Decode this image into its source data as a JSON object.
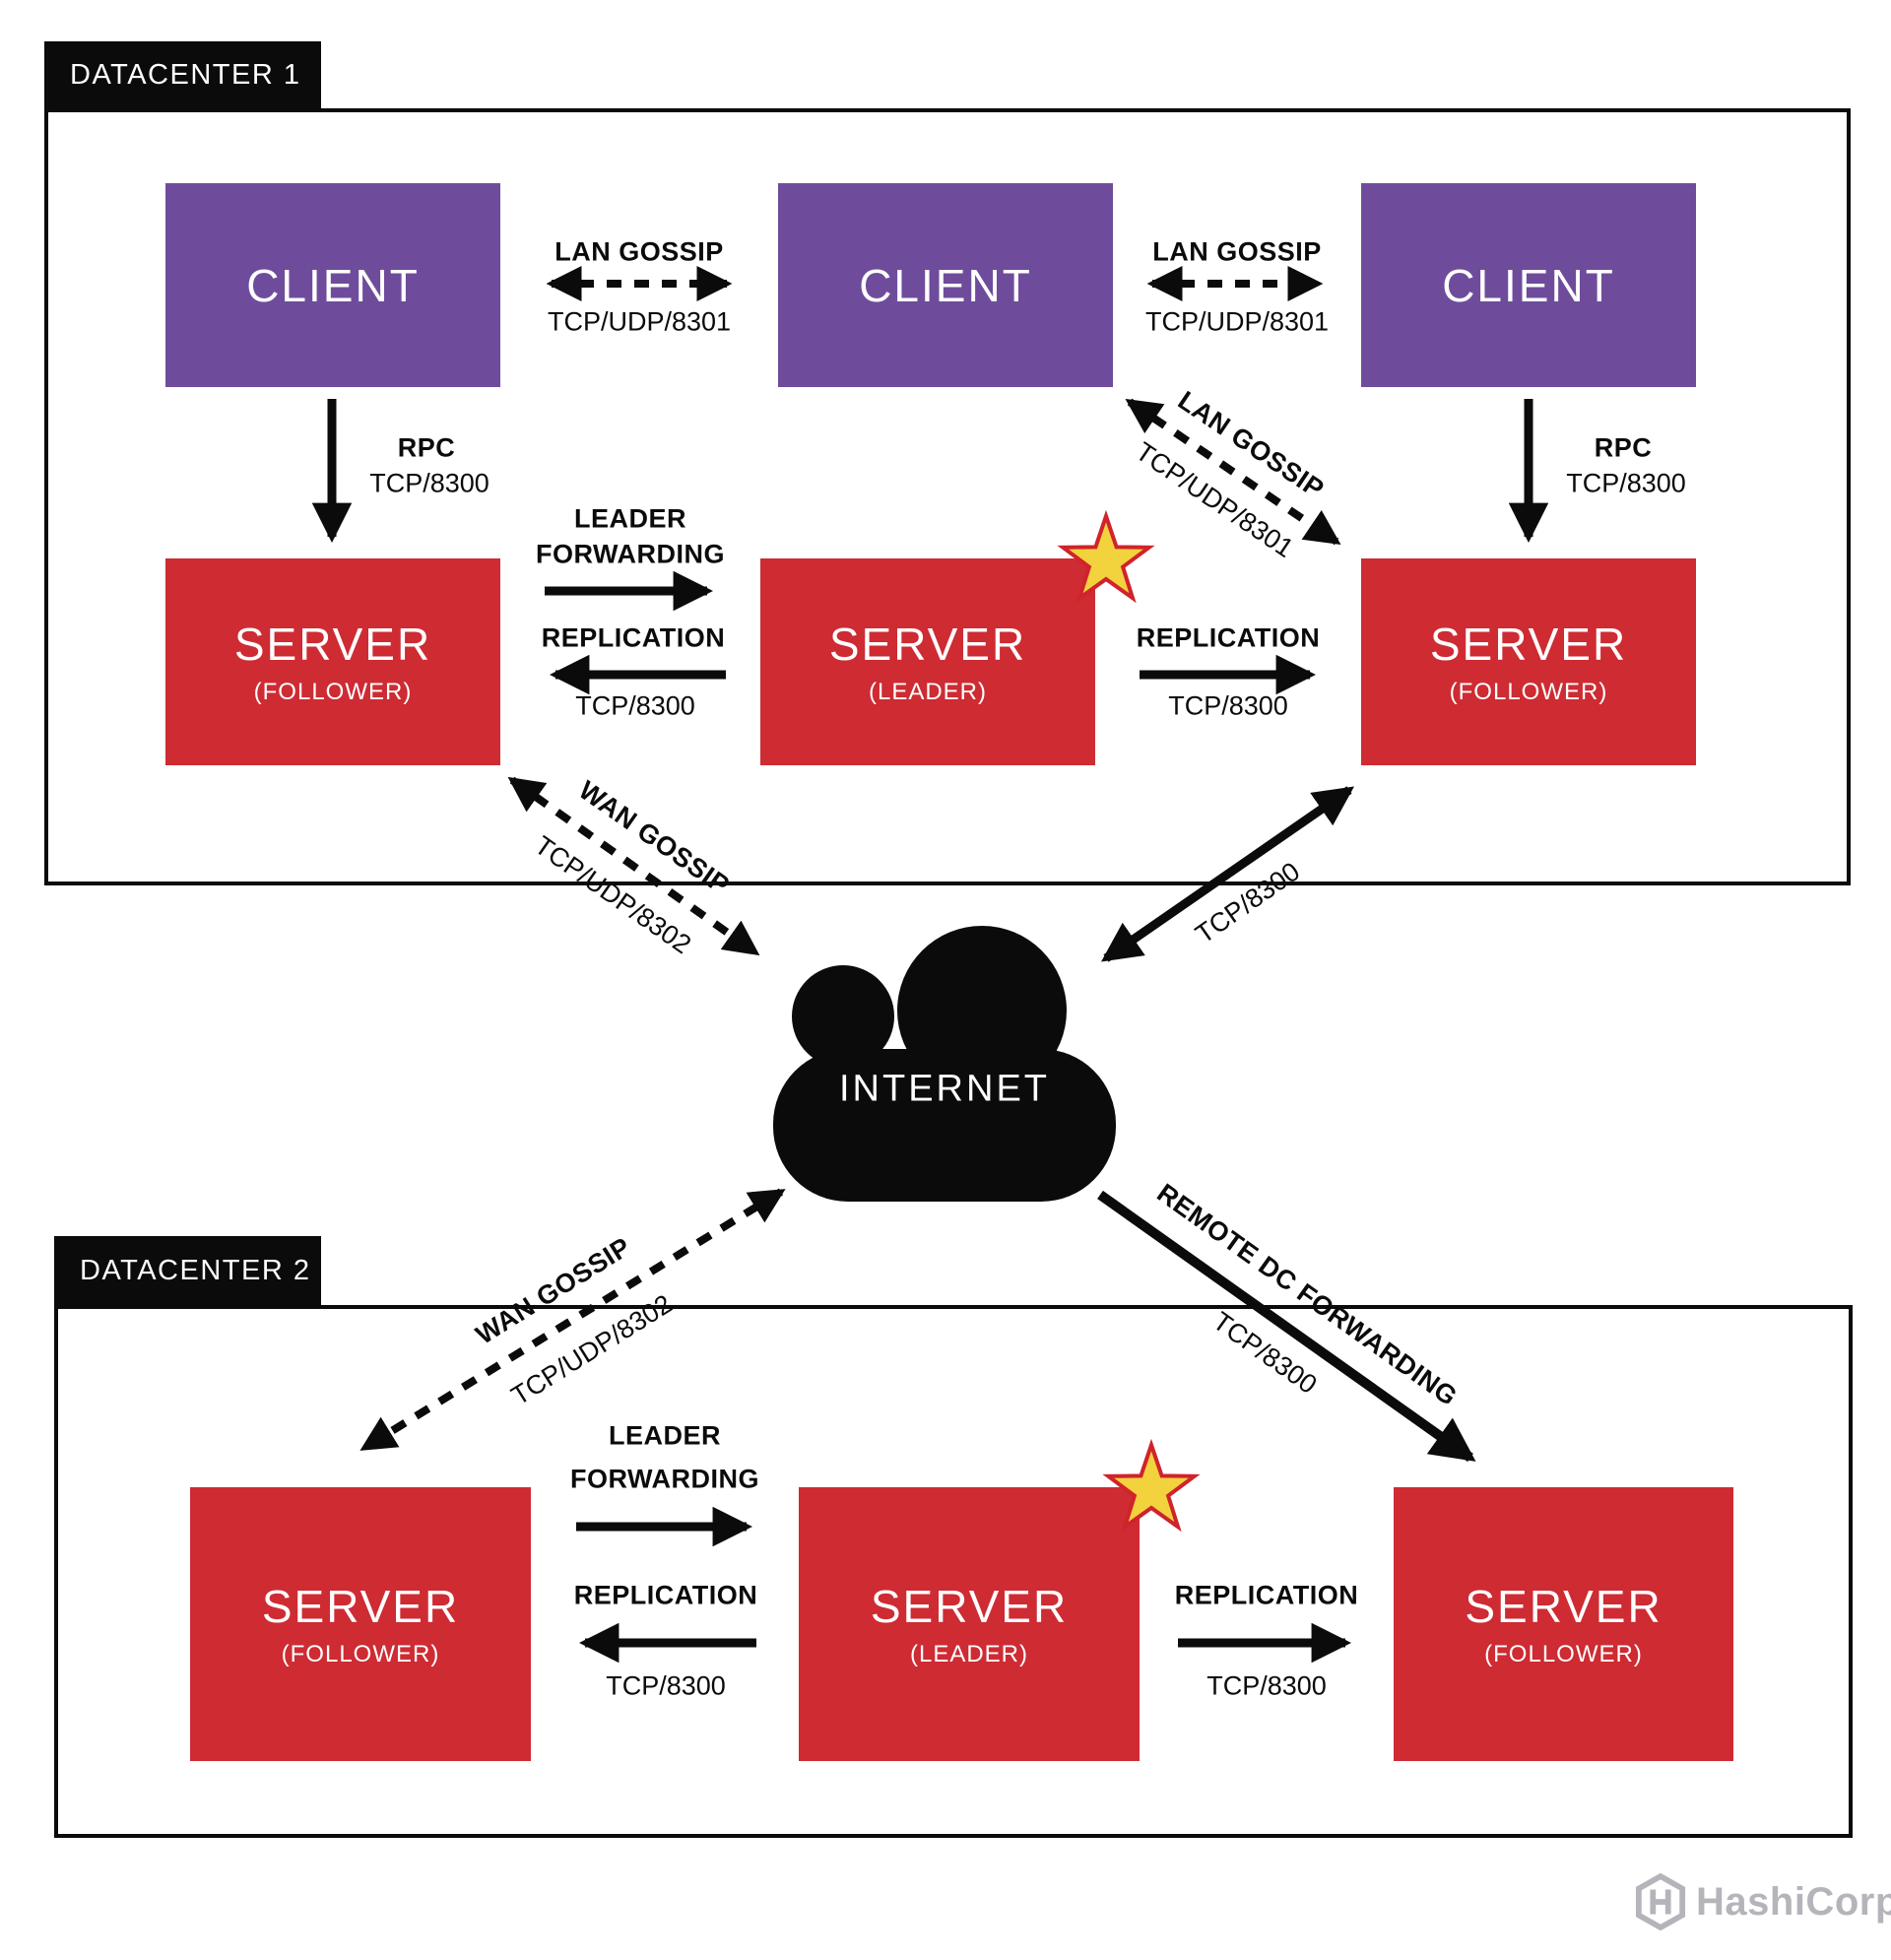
{
  "colors": {
    "client_purple": "#6F4C9B",
    "server_red": "#CE2B33",
    "ink_black": "#0b0b0b",
    "star_yellow": "#F2D23D",
    "star_outline_red": "#D0232B",
    "brand_gray": "#b4b5ba"
  },
  "dc1": {
    "label": "DATACENTER 1",
    "clients": [
      {
        "label": "CLIENT"
      },
      {
        "label": "CLIENT"
      },
      {
        "label": "CLIENT"
      }
    ],
    "servers": [
      {
        "label": "SERVER",
        "role": "(FOLLOWER)"
      },
      {
        "label": "SERVER",
        "role": "(LEADER)"
      },
      {
        "label": "SERVER",
        "role": "(FOLLOWER)"
      }
    ],
    "edges": {
      "lan_gossip_1": {
        "title": "LAN GOSSIP",
        "port": "TCP/UDP/8301"
      },
      "lan_gossip_2": {
        "title": "LAN GOSSIP",
        "port": "TCP/UDP/8301"
      },
      "lan_gossip_diag": {
        "title": "LAN GOSSIP",
        "port": "TCP/UDP/8301"
      },
      "rpc_left": {
        "title": "RPC",
        "port": "TCP/8300"
      },
      "rpc_right": {
        "title": "RPC",
        "port": "TCP/8300"
      },
      "leader_forwarding": {
        "line1": "LEADER",
        "line2": "FORWARDING"
      },
      "replication_left": {
        "title": "REPLICATION",
        "port": "TCP/8300"
      },
      "replication_right": {
        "title": "REPLICATION",
        "port": "TCP/8300"
      }
    }
  },
  "wan": {
    "wan_gossip_dc1": {
      "title": "WAN GOSSIP",
      "port": "TCP/UDP/8302"
    },
    "tcp_link_dc1": {
      "port": "TCP/8300"
    },
    "wan_gossip_dc2": {
      "title": "WAN GOSSIP",
      "port": "TCP/UDP/8302"
    },
    "remote_dc_forwarding": {
      "title": "REMOTE DC FORWARDING",
      "port": "TCP/8300"
    }
  },
  "cloud": {
    "label": "INTERNET"
  },
  "dc2": {
    "label": "DATACENTER 2",
    "servers": [
      {
        "label": "SERVER",
        "role": "(FOLLOWER)"
      },
      {
        "label": "SERVER",
        "role": "(LEADER)"
      },
      {
        "label": "SERVER",
        "role": "(FOLLOWER)"
      }
    ],
    "edges": {
      "leader_forwarding": {
        "line1": "LEADER",
        "line2": "FORWARDING"
      },
      "replication_left": {
        "title": "REPLICATION",
        "port": "TCP/8300"
      },
      "replication_right": {
        "title": "REPLICATION",
        "port": "TCP/8300"
      }
    }
  },
  "footer": {
    "brand": "HashiCorp"
  }
}
